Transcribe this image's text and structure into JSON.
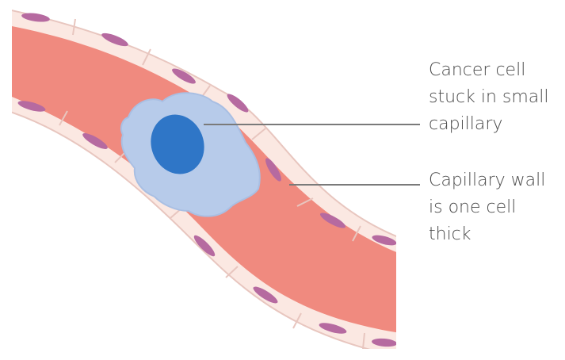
{
  "labels": {
    "cancer_cell": {
      "line1": "Cancer cell",
      "line2": "stuck in small",
      "line3": "capillary"
    },
    "capillary_wall": {
      "line1": "Capillary wall",
      "line2": "is one cell",
      "line3": "thick"
    }
  },
  "colors": {
    "blood": "#f08a7f",
    "wall_cell": "#fbe8e2",
    "wall_stroke": "#e8c6bf",
    "nucleus_wall": "#b66aa0",
    "cancer_cell": "#b7cbea",
    "cancer_nucleus": "#2f76c7",
    "leader": "#7a7a7a",
    "text": "#4a4a4a"
  },
  "icons": {
    "capillary": "capillary-vessel-icon",
    "cancer_cell": "cancer-cell-icon"
  }
}
